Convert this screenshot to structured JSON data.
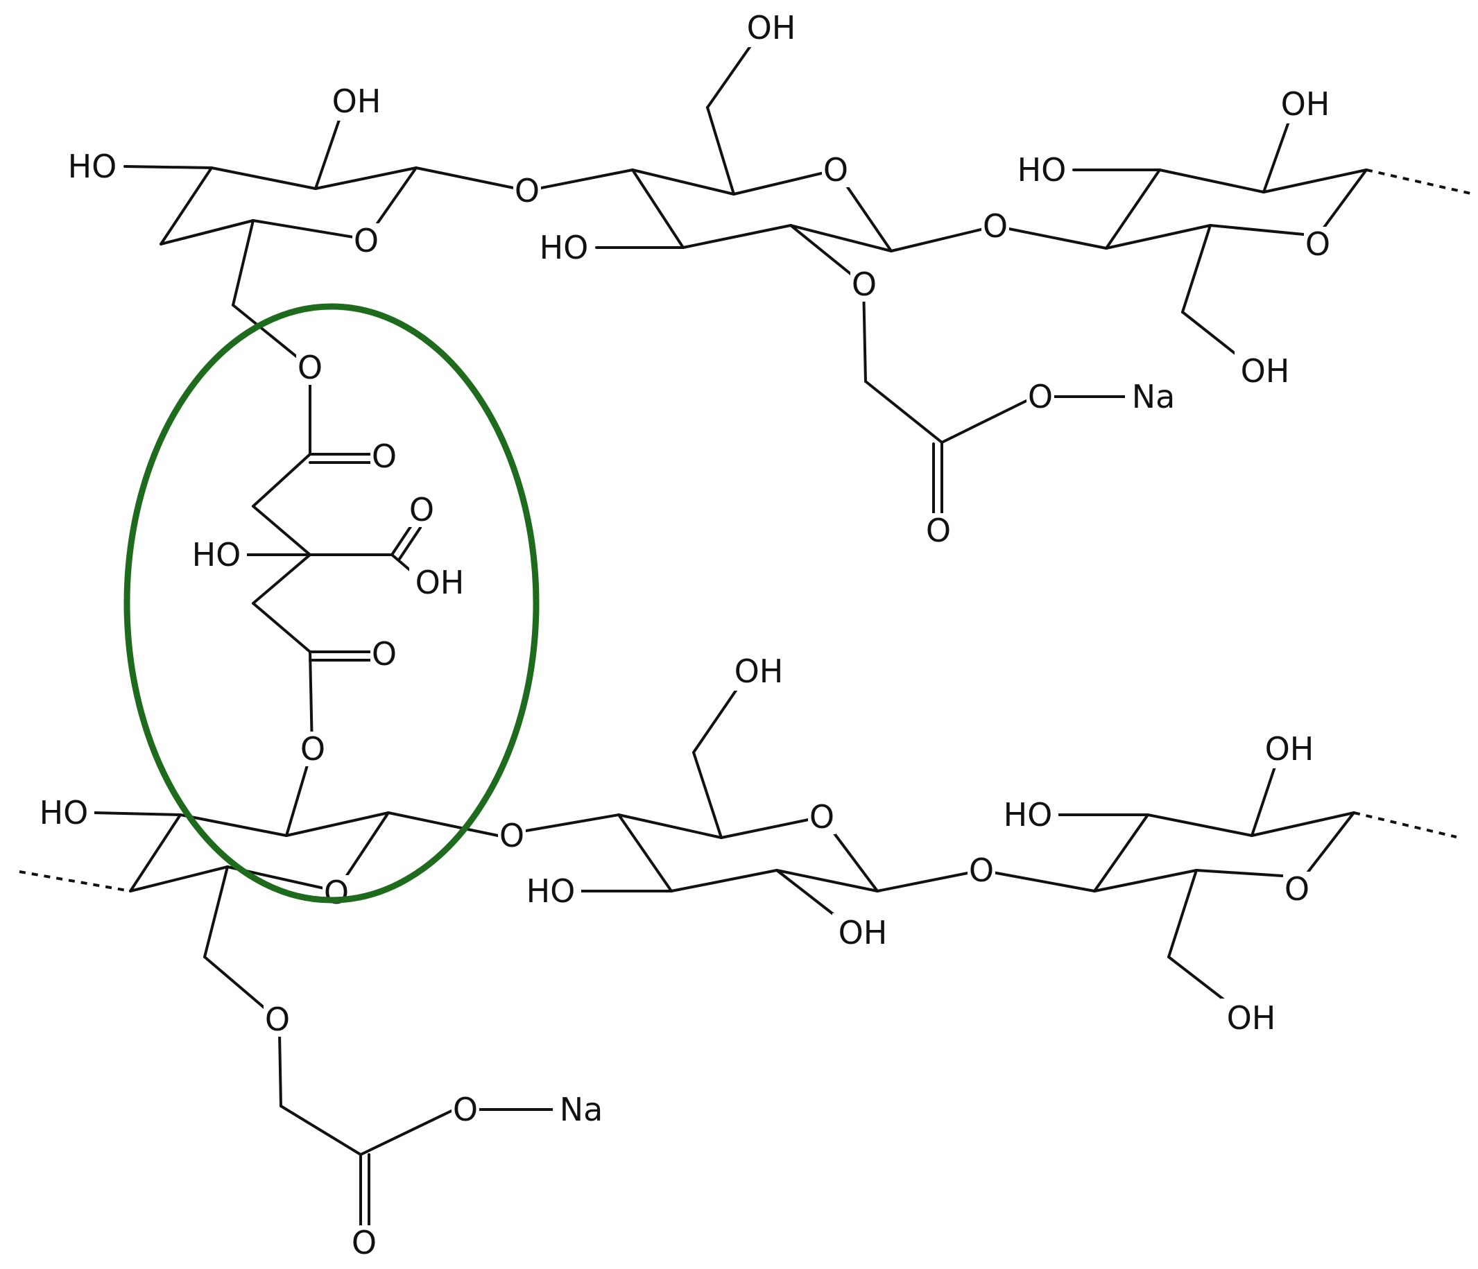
{
  "labels": {
    "oh": "OH",
    "ho": "HO",
    "o": "O",
    "na": "Na"
  },
  "colors": {
    "bond": "#111111",
    "highlight_ellipse": "#1e6b1e",
    "background": "#ffffff"
  }
}
